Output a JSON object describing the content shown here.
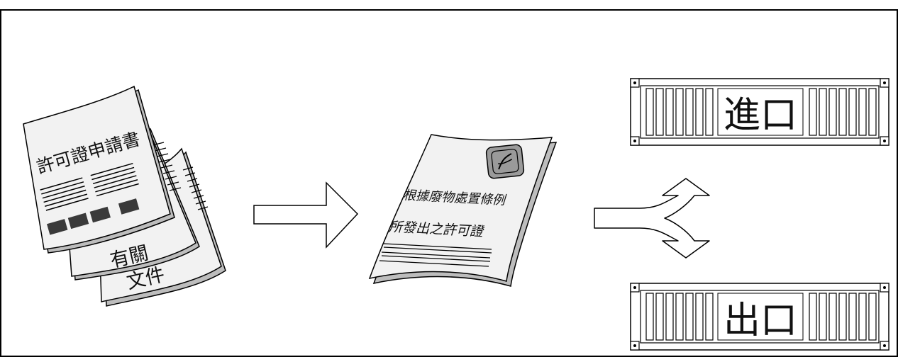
{
  "documents": {
    "application_title": "許可證申請書",
    "related_word_1": "有關",
    "related_word_2": "文件"
  },
  "permit": {
    "line_1": "根據廢物處置條例",
    "line_2": "所發出之許可證"
  },
  "containers": {
    "import_label": "進口",
    "export_label": "出口"
  },
  "colors": {
    "paper": "#f2f2f2",
    "shadow": "#bdbdbd",
    "ink": "#111111",
    "seal": "#9a9a9a"
  }
}
